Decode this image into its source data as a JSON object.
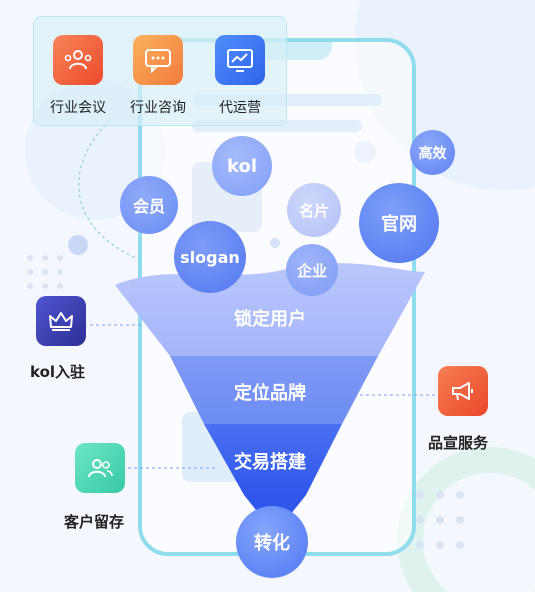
{
  "top_panel": {
    "items": [
      {
        "label": "行业会议",
        "icon": "people-meeting-icon",
        "color": "#f0633a"
      },
      {
        "label": "行业咨询",
        "icon": "chat-bubble-icon",
        "color": "#f5894a"
      },
      {
        "label": "代运营",
        "icon": "chart-monitor-icon",
        "color": "#3b7af5"
      }
    ]
  },
  "bubbles": {
    "kol": "kol",
    "gaoxiao": "高效",
    "huiyuan": "会员",
    "mingpian": "名片",
    "guanwang": "官网",
    "slogan": "slogan",
    "qiye": "企业"
  },
  "funnel": {
    "stages": [
      "锁定用户",
      "定位品牌",
      "交易搭建",
      "转化"
    ]
  },
  "side": {
    "kol_entry": {
      "label": "kol入驻",
      "icon": "crown-icon",
      "color": "#3a3fb0"
    },
    "promo_service": {
      "label": "品宣服务",
      "icon": "megaphone-icon",
      "color": "#f0633a"
    },
    "retention": {
      "label": "客户留存",
      "icon": "users-icon",
      "color": "#4cd8b5"
    }
  },
  "colors": {
    "stage1": "#aebdfb",
    "stage2": "#7794f4",
    "stage3": "#3b63f0",
    "bubble": "#7d9df5"
  }
}
